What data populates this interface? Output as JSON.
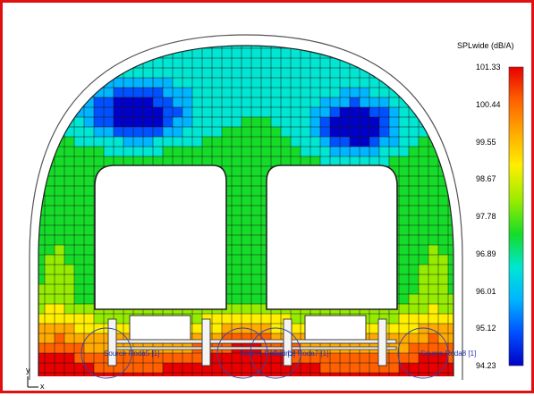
{
  "legend": {
    "title": "SPLwide (dB/A)",
    "ticks": [
      "101.33",
      "100.44",
      "99.55",
      "98.67",
      "97.78",
      "96.89",
      "96.01",
      "95.12",
      "94.23"
    ],
    "min": 94.23,
    "max": 101.33
  },
  "sources": [
    {
      "label": "Source Roda5 [1]"
    },
    {
      "label": "Source Roda6 [1]"
    },
    {
      "label": "Source Roda7 [1]"
    },
    {
      "label": "Source Roda8 [1]"
    }
  ],
  "axes": {
    "y": "y",
    "x": "x"
  },
  "colors": {
    "frame": "#e01010",
    "ramp": [
      "#0000c8",
      "#0050ff",
      "#00b4ff",
      "#00e6d2",
      "#14dc28",
      "#96ec00",
      "#ffee00",
      "#ffaa00",
      "#ff6000",
      "#e80000"
    ]
  }
}
